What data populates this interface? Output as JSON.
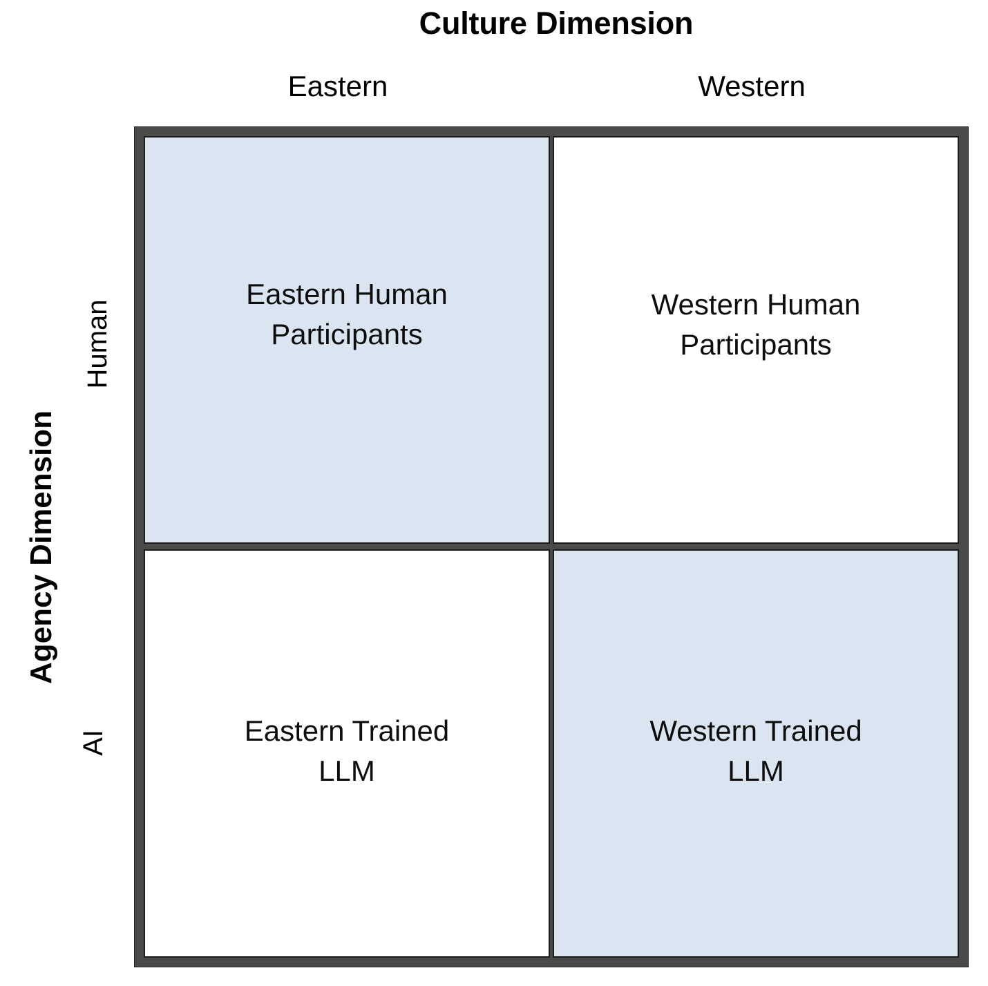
{
  "figure": {
    "type": "2x2-matrix",
    "title": "Culture Dimension",
    "y_axis_title": "Agency Dimension",
    "column_headers": [
      "Eastern",
      "Western"
    ],
    "row_headers": [
      "Human",
      "AI"
    ],
    "colors": {
      "highlight_fill": "#dbe5f1",
      "plain_fill": "#ffffff",
      "frame": "#4a4a4a",
      "cell_border": "#1c1c1c",
      "text": "#000000"
    },
    "cells": {
      "top_left": {
        "label": "Eastern Human\nParticipants",
        "column": "Eastern",
        "row": "Human",
        "highlighted": true
      },
      "top_right": {
        "label": "Western Human\nParticipants",
        "column": "Western",
        "row": "Human",
        "highlighted": false
      },
      "bottom_left": {
        "label": "Eastern Trained\nLLM",
        "column": "Eastern",
        "row": "AI",
        "highlighted": false
      },
      "bottom_right": {
        "label": "Western Trained\nLLM",
        "column": "Western",
        "row": "AI",
        "highlighted": true
      }
    }
  }
}
